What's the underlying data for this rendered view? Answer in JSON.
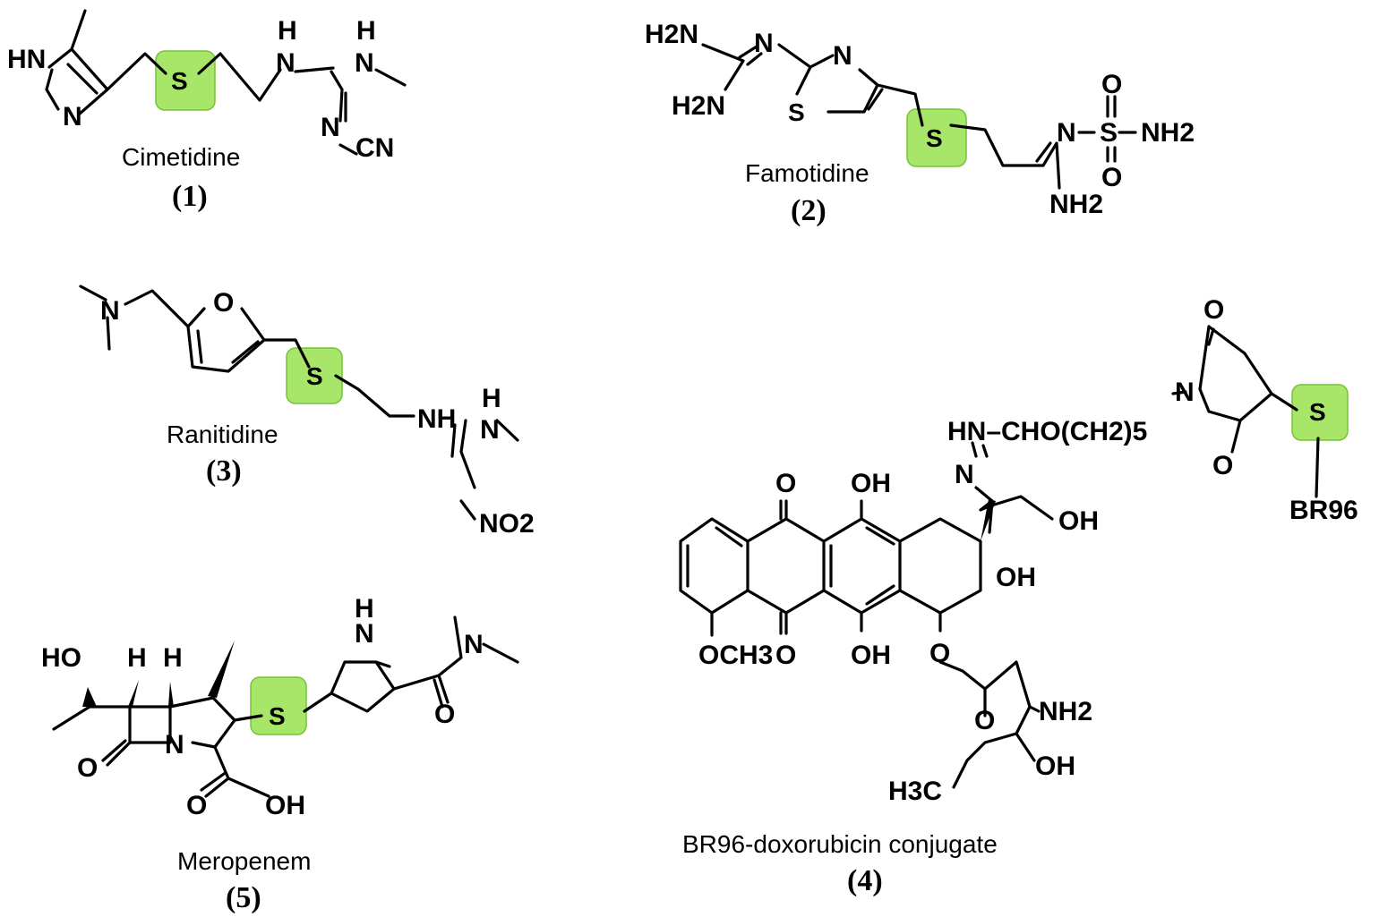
{
  "colors": {
    "sulfur_highlight": "#a8e66a",
    "sulfur_highlight_border": "#76c23a",
    "bonds": "#000000"
  },
  "molecules": {
    "cimetidine": {
      "name": "Cimetidine",
      "number": "(1)",
      "atoms": {
        "hn": "HN",
        "n": "N",
        "s": "S",
        "h1": "H",
        "n1": "N",
        "h2": "H",
        "n2": "N",
        "n3": "N",
        "cn": "CN"
      }
    },
    "famotidine": {
      "name": "Famotidine",
      "number": "(2)",
      "atoms": {
        "h2n_top": "H2N",
        "n_imine": "N",
        "h2n_bottom": "H2N",
        "n_thiazole": "N",
        "s_thiazole": "S",
        "s": "S",
        "n_sulf": "N",
        "s_sulf": "S",
        "o_top": "O",
        "o_bottom": "O",
        "nh2_sulf": "NH2",
        "nh2_amidine": "NH2"
      }
    },
    "ranitidine": {
      "name": "Ranitidine",
      "number": "(3)",
      "atoms": {
        "n_dimethyl": "N",
        "o_furan": "O",
        "s": "S",
        "nh": "NH",
        "h_nh": "H",
        "n_me": "N",
        "no2": "NO2"
      }
    },
    "meropenem": {
      "name": "Meropenem",
      "number": "(5)",
      "atoms": {
        "ho": "HO",
        "h1": "H",
        "h2": "H",
        "s": "S",
        "h_pyr": "H",
        "n_pyr": "N",
        "n_amide": "N",
        "o_amide": "O",
        "o_lactam": "O",
        "n_ring": "N",
        "o_acid": "O",
        "oh_acid": "OH"
      }
    },
    "br96_doxorubicin": {
      "name": "BR96-doxorubicin conjugate",
      "number": "(4)",
      "atoms": {
        "o_top_succ": "O",
        "n_succ": "N",
        "o_bottom_succ": "O",
        "s": "S",
        "br96": "BR96",
        "linker": "HN–CHO(CH2)5",
        "n_hydrazone": "N",
        "oh_side": "OH",
        "o_quinone_top": "O",
        "oh_top": "OH",
        "oh_ring": "OH",
        "och3": "OCH3",
        "o_quinone_bottom": "O",
        "oh_bottom": "OH",
        "o_glyco": "O",
        "nh2_sugar": "NH2",
        "o_sugar": "O",
        "oh_sugar": "OH",
        "h3c": "H3C"
      }
    }
  }
}
